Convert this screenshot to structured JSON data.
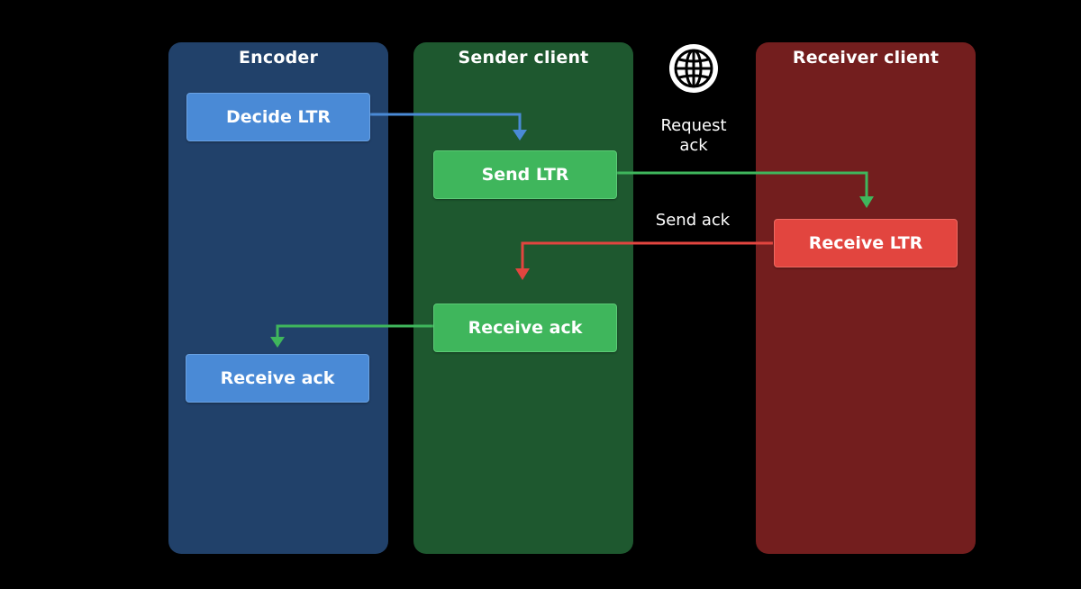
{
  "lanes": {
    "encoder": "Encoder",
    "sender": "Sender client",
    "receiver": "Receiver client"
  },
  "steps": {
    "decide_ltr": "Decide LTR",
    "send_ltr": "Send LTR",
    "receive_ltr": "Receive LTR",
    "sender_receive_ack": "Receive ack",
    "encoder_receive_ack": "Receive ack"
  },
  "labels": {
    "request_ack_line1": "Request",
    "request_ack_line2": "ack",
    "send_ack": "Send ack"
  },
  "icons": {
    "network": "globe-icon"
  },
  "colors": {
    "encoder_lane": "#21416a",
    "sender_lane": "#1e582f",
    "receiver_lane": "#731e1e",
    "blue": "#4a8ad6",
    "green": "#3fb65c",
    "red": "#e2453f"
  }
}
